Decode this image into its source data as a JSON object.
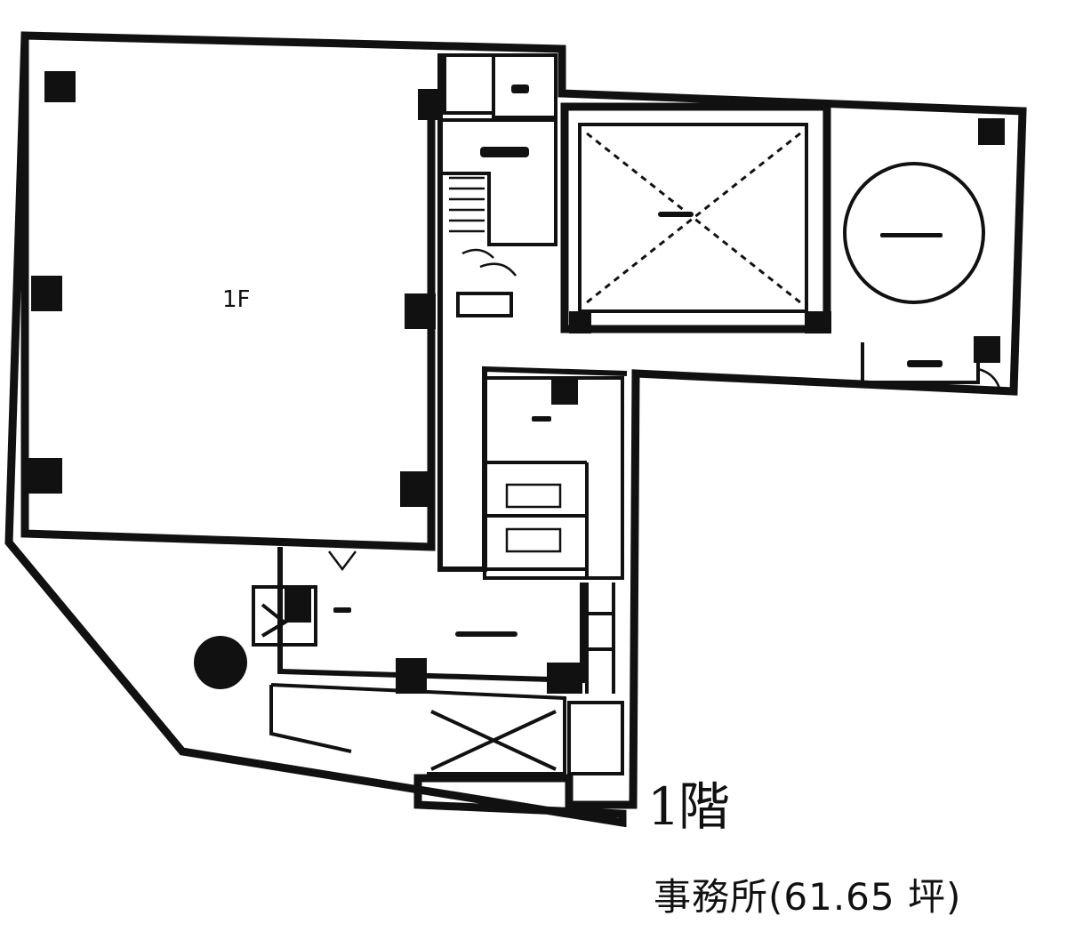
{
  "plan": {
    "room_label": "1F",
    "floor_label": "1階",
    "area_label": "事務所(61.65 坪)"
  }
}
